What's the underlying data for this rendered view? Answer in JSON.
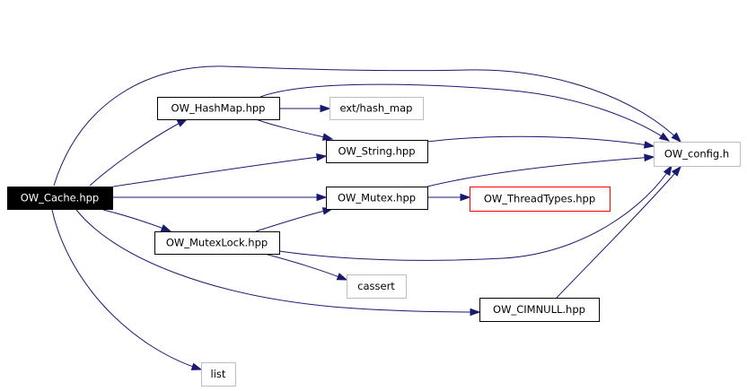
{
  "diagram": {
    "colors": {
      "edge": "#191970",
      "root_fill": "#000000",
      "root_text": "#ffffff",
      "documented_border": "#000000",
      "external_border": "#bfbfbf",
      "truncated_border": "#ff0000",
      "node_fill": "#ffffff",
      "text": "#000000"
    },
    "nodes": [
      {
        "id": "cache",
        "label": "OW_Cache.hpp",
        "style": "root"
      },
      {
        "id": "hashmap",
        "label": "OW_HashMap.hpp",
        "style": "documented"
      },
      {
        "id": "exthash",
        "label": "ext/hash_map",
        "style": "external"
      },
      {
        "id": "string",
        "label": "OW_String.hpp",
        "style": "documented"
      },
      {
        "id": "config",
        "label": "OW_config.h",
        "style": "external"
      },
      {
        "id": "mutex",
        "label": "OW_Mutex.hpp",
        "style": "documented"
      },
      {
        "id": "threadtypes",
        "label": "OW_ThreadTypes.hpp",
        "style": "truncated"
      },
      {
        "id": "mutexlock",
        "label": "OW_MutexLock.hpp",
        "style": "documented"
      },
      {
        "id": "cassert",
        "label": "cassert",
        "style": "external"
      },
      {
        "id": "cimnull",
        "label": "OW_CIMNULL.hpp",
        "style": "documented"
      },
      {
        "id": "list",
        "label": "list",
        "style": "external"
      }
    ],
    "edges": [
      {
        "from": "cache",
        "to": "hashmap"
      },
      {
        "from": "cache",
        "to": "string"
      },
      {
        "from": "cache",
        "to": "mutex"
      },
      {
        "from": "cache",
        "to": "mutexlock"
      },
      {
        "from": "cache",
        "to": "config"
      },
      {
        "from": "cache",
        "to": "cimnull"
      },
      {
        "from": "cache",
        "to": "list"
      },
      {
        "from": "hashmap",
        "to": "exthash"
      },
      {
        "from": "hashmap",
        "to": "string"
      },
      {
        "from": "hashmap",
        "to": "config"
      },
      {
        "from": "string",
        "to": "config"
      },
      {
        "from": "mutex",
        "to": "threadtypes"
      },
      {
        "from": "mutex",
        "to": "config"
      },
      {
        "from": "mutexlock",
        "to": "mutex"
      },
      {
        "from": "mutexlock",
        "to": "cassert"
      },
      {
        "from": "mutexlock",
        "to": "config"
      },
      {
        "from": "cimnull",
        "to": "config"
      }
    ]
  }
}
